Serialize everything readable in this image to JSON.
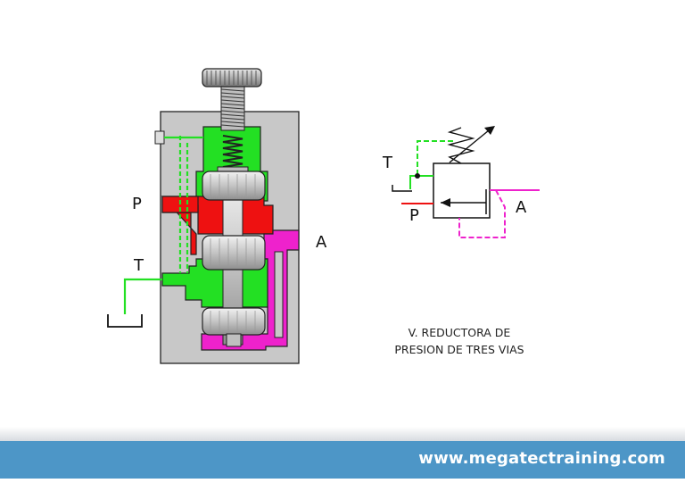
{
  "labels": {
    "section_p": "P",
    "section_t": "T",
    "section_a": "A",
    "symbol_t": "T",
    "symbol_p": "P",
    "symbol_a": "A"
  },
  "caption": {
    "line1": "V. REDUCTORA DE",
    "line2": "PRESION DE TRES VIAS"
  },
  "footer": {
    "website": "www.megatectraining.com"
  },
  "colors": {
    "body": "#c8c8c8",
    "tank_line": "#23e023",
    "pressure_line": "#ee1111",
    "outlet_line": "#ee22cc",
    "footer_bar": "#4d96c7",
    "spool": "#d0d0d0"
  },
  "icons": [
    "adjusting-knob-icon",
    "spring-icon",
    "spool-icon",
    "tank-icon",
    "variable-spring-arrow-icon",
    "flow-arrow-icon"
  ]
}
